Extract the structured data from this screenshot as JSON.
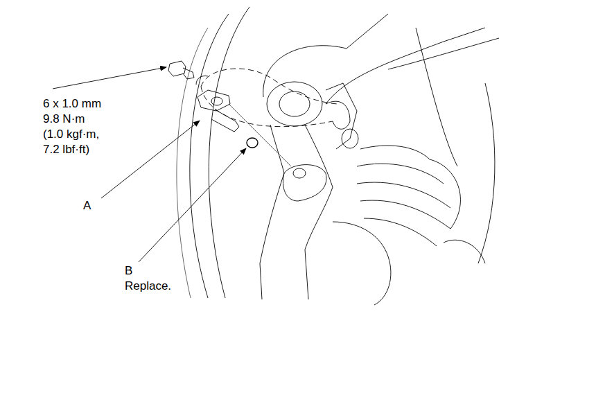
{
  "diagram": {
    "labels": [
      "6 x 1.0 mm",
      "9.8 N·m",
      "(1.0 kgf·m,",
      "7.2 lbf·ft)",
      "A",
      "B",
      "Replace."
    ]
  }
}
